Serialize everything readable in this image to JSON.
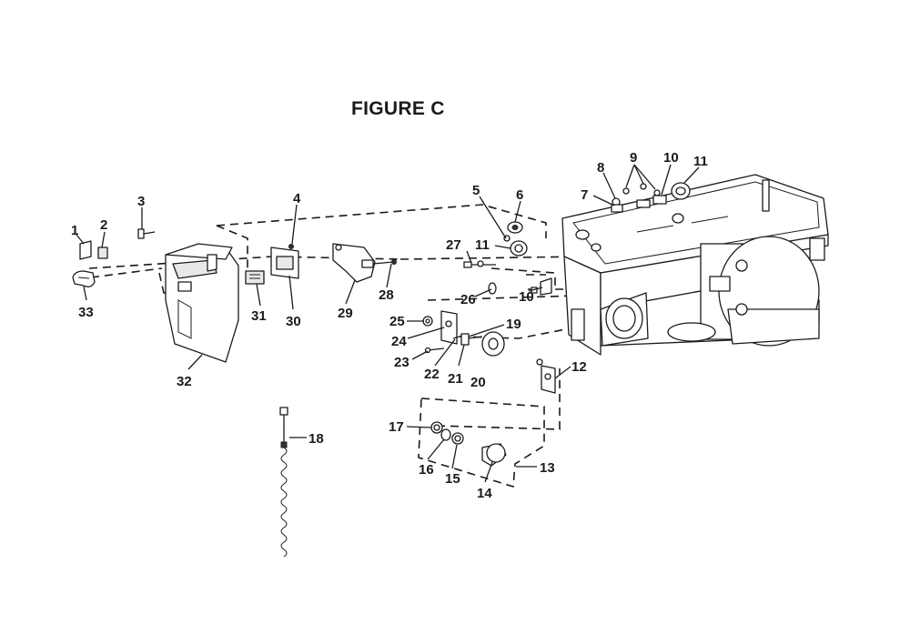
{
  "figure": {
    "title": "FIGURE C"
  },
  "callouts": [
    "1",
    "2",
    "3",
    "4",
    "5",
    "6",
    "7",
    "8",
    "9",
    "10",
    "11",
    "27",
    "11",
    "26",
    "10",
    "25",
    "19",
    "24",
    "23",
    "22",
    "21",
    "20",
    "12",
    "17",
    "16",
    "15",
    "14",
    "13",
    "18",
    "31",
    "30",
    "29",
    "28",
    "32",
    "33"
  ],
  "colors": {
    "ink": "#1b1b1b",
    "background": "#ffffff"
  }
}
